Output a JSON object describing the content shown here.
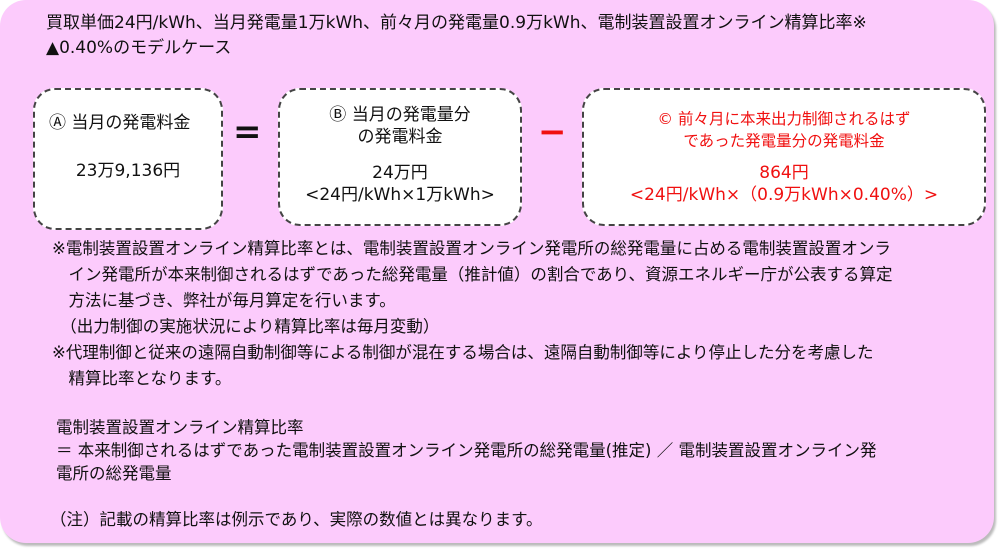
{
  "header": {
    "line1": "買取単価24円/kWh、当月発電量1万kWh、前々月の発電量0.9万kWh、電制装置設置オンライン精算比率※",
    "line2": "▲0.40%のモデルケース"
  },
  "boxes": [
    {
      "title_lines": [
        "Ⓐ 当月の発電料金"
      ],
      "value": "23万9,136円",
      "formula": ""
    },
    {
      "title_lines": [
        "Ⓑ 当月の発電量分",
        "の発電料金"
      ],
      "value": "24万円",
      "formula": "<24円/kWh×1万kWh>"
    },
    {
      "title_lines": [
        "© 前々月に本来出力制御されるはず",
        "であった発電量分の発電料金"
      ],
      "value": "864円",
      "formula": "<24円/kWh×（0.9万kWh×0.40%）>"
    }
  ],
  "operators": {
    "equals": "=",
    "minus": "−"
  },
  "notes": [
    "※電制装置設置オンライン精算比率とは、電制装置設置オンライン発電所の総発電量に占める電制装置設置オンラ",
    "　イン発電所が本来制御されるはずであった総発電量（推計値）の割合であり、資源エネルギー庁が公表する算定",
    "　方法に基づき、弊社が毎月算定を行います。",
    "　（出力制御の実施状況により精算比率は毎月変動）",
    "※代理制御と従来の遠隔自動制御等による制御が混在する場合は、遠隔自動制御等により停止した分を考慮した",
    "　精算比率となります。"
  ],
  "definition": {
    "term": "電制装置設置オンライン精算比率",
    "line1": "＝ 本来制御されるはずであった電制装置設置オンライン発電所の総発電量(推定) ／ 電制装置設置オンライン発",
    "line2": "電所の総発電量"
  },
  "disclaimer": "（注）記載の精算比率は例示であり、実際の数値とは異なります。",
  "colors": {
    "background": "#fccbfc",
    "accent_red": "#f01010"
  }
}
